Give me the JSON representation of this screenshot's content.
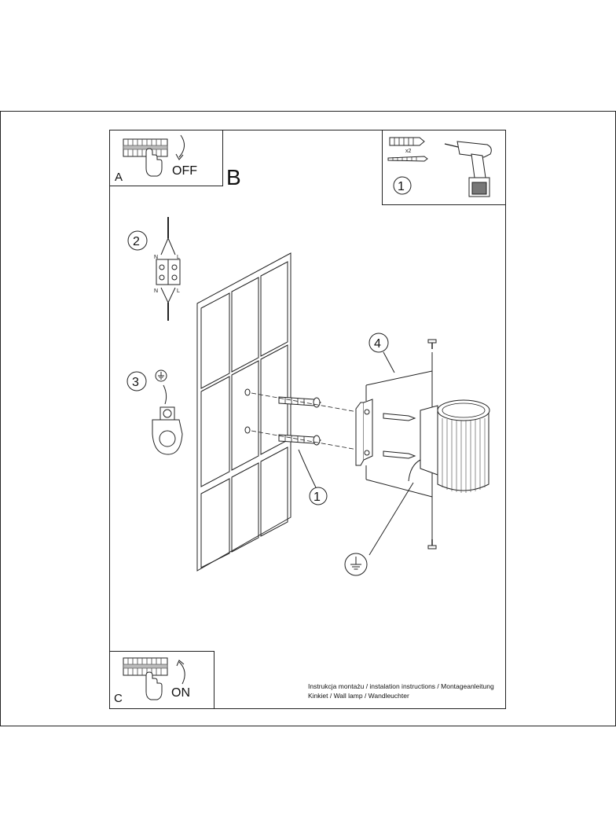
{
  "panel_a": {
    "letter": "A",
    "switch_text": "OFF"
  },
  "panel_b": {
    "letter": "B"
  },
  "panel_c": {
    "letter": "C",
    "switch_text": "ON"
  },
  "steps": {
    "step1_tools": "1",
    "step2_wiring": "2",
    "step3_ground": "3",
    "step4_bracket": "4",
    "step1_anchors": "1"
  },
  "tools": {
    "quantity": "x2"
  },
  "wiring": {
    "neutral": "N",
    "live": "L"
  },
  "caption": {
    "line1": "Instrukcja montażu / instalation instructions / Montageanleitung",
    "line2": "Kinkiet / Wall lamp / Wandleuchter"
  },
  "icons": [
    "switch-off-icon",
    "switch-on-icon",
    "drill-icon",
    "wall-plug-icon",
    "screw-icon",
    "terminal-block-icon",
    "ground-symbol-icon",
    "wall-lamp-icon"
  ]
}
